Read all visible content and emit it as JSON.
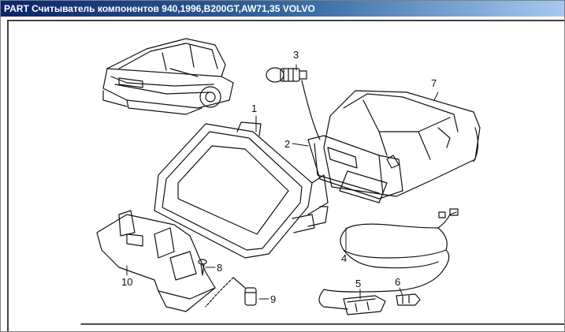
{
  "window": {
    "title": "PART Считыватель компонентов 940,1996,B200GT,AW71,35 VOLVO"
  },
  "diagram": {
    "callouts": [
      "1",
      "2",
      "3",
      "4",
      "5",
      "6",
      "7",
      "8",
      "9",
      "10"
    ]
  },
  "colors": {
    "titlebar_start": "#0a246a",
    "titlebar_end": "#a6caf0",
    "line": "#111111"
  }
}
